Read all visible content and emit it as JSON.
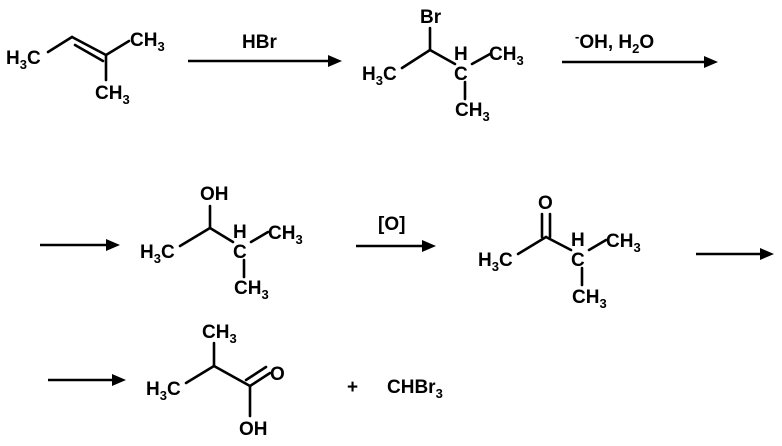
{
  "scheme": {
    "molecule_1": {
      "left_methyl": "H3C",
      "right_methyl_top": "CH3",
      "right_methyl_bottom": "CH3"
    },
    "reagent_1": "HBr",
    "molecule_2": {
      "bromine": "Br",
      "left_methyl": "H3C",
      "methine_h": "H",
      "methine_c": "C",
      "right_methyl": "CH3",
      "bottom_methyl": "CH3"
    },
    "reagent_2": "-OH, H2O",
    "molecule_3": {
      "hydroxyl": "OH",
      "left_methyl": "H3C",
      "methine_h": "H",
      "methine_c": "C",
      "right_methyl": "CH3",
      "bottom_methyl": "CH3"
    },
    "reagent_3": "[O]",
    "molecule_4": {
      "carbonyl_o": "O",
      "left_methyl": "H3C",
      "methine_h": "H",
      "methine_c": "C",
      "right_methyl": "CH3",
      "bottom_methyl": "CH3"
    },
    "molecule_5": {
      "top_methyl": "CH3",
      "left_methyl": "H3C",
      "carbonyl_o": "O",
      "hydroxyl": "OH"
    },
    "plus_sign": "+",
    "byproduct": "CHBr3"
  }
}
